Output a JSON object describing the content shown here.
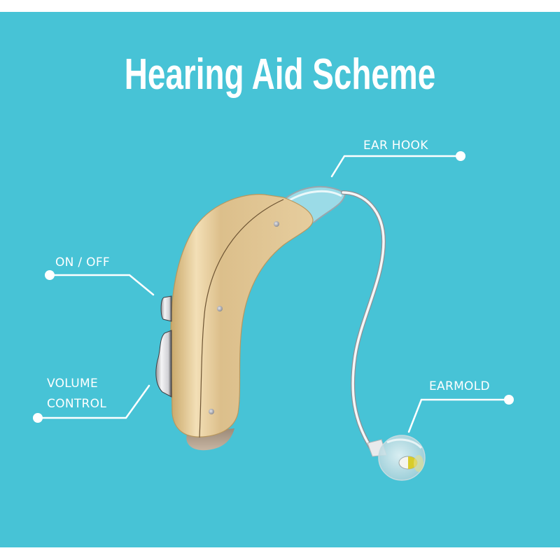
{
  "title": "Hearing Aid Scheme",
  "colors": {
    "background": "#47c3d6",
    "frame": "#ffffff",
    "text": "#ffffff",
    "leader_line": "#ffffff",
    "body": "#e3c99a",
    "body_shadow": "#c9a96e",
    "button": "#d8d8dc",
    "tube": "#f2f4f5",
    "earmold_tip": "#e0d43a"
  },
  "labels": {
    "ear_hook": "EAR HOOK",
    "on_off": "ON / OFF",
    "volume_line1": "VOLUME",
    "volume_line2": "CONTROL",
    "earmold": "EARMOLD"
  },
  "parts": [
    {
      "name": "ear hook",
      "label": "EAR HOOK"
    },
    {
      "name": "on/off switch",
      "label": "ON / OFF"
    },
    {
      "name": "volume control",
      "label": "VOLUME CONTROL"
    },
    {
      "name": "earmold",
      "label": "EARMOLD"
    }
  ]
}
